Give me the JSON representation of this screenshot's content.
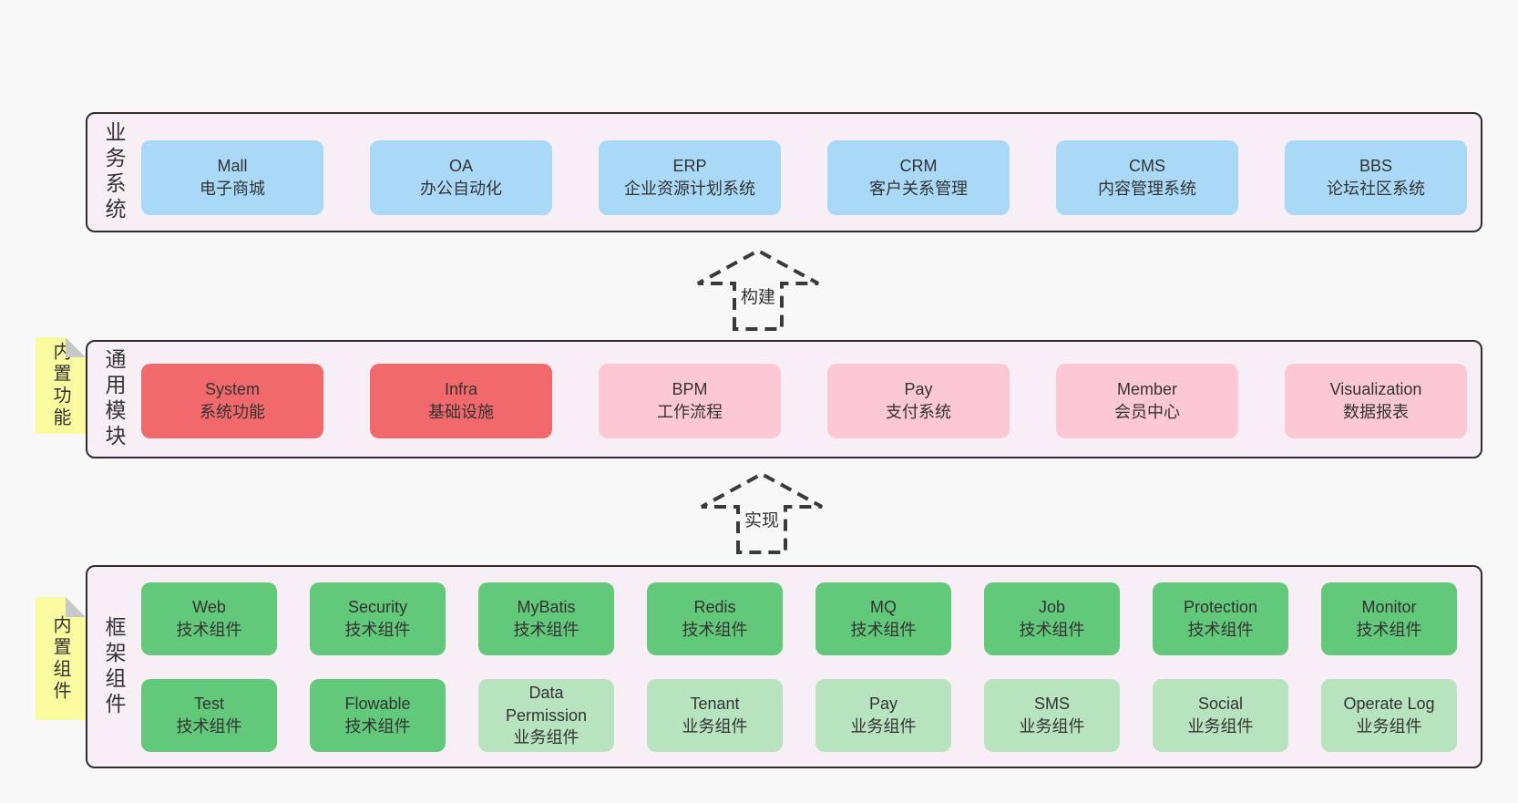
{
  "colors": {
    "page_bg": "#f8f8f8",
    "panel_bg": "#f8eef6",
    "panel_border": "#2e2e2e",
    "blue": "#a9d9f7",
    "red": "#f2696c",
    "pink": "#fbc8d3",
    "green": "#62c87a",
    "light_green": "#b7e4bf",
    "sticky_yellow": "#fafa9e",
    "sticky_fold": "#c8c8c8",
    "text": "#333333",
    "arrow_stroke": "#3a3a3a"
  },
  "arrows": [
    {
      "label": "构建"
    },
    {
      "label": "实现"
    }
  ],
  "sections": [
    {
      "side_label": "业务系统",
      "sticky": null,
      "rows": [
        [
          {
            "en": "Mall",
            "zh": "电子商城",
            "variant": "blue"
          },
          {
            "en": "OA",
            "zh": "办公自动化",
            "variant": "blue"
          },
          {
            "en": "ERP",
            "zh": "企业资源计划系统",
            "variant": "blue"
          },
          {
            "en": "CRM",
            "zh": "客户关系管理",
            "variant": "blue"
          },
          {
            "en": "CMS",
            "zh": "内容管理系统",
            "variant": "blue"
          },
          {
            "en": "BBS",
            "zh": "论坛社区系统",
            "variant": "blue"
          }
        ]
      ]
    },
    {
      "side_label": "通用模块",
      "sticky": "内置功能",
      "rows": [
        [
          {
            "en": "System",
            "zh": "系统功能",
            "variant": "red"
          },
          {
            "en": "Infra",
            "zh": "基础设施",
            "variant": "red"
          },
          {
            "en": "BPM",
            "zh": "工作流程",
            "variant": "pink"
          },
          {
            "en": "Pay",
            "zh": "支付系统",
            "variant": "pink"
          },
          {
            "en": "Member",
            "zh": "会员中心",
            "variant": "pink"
          },
          {
            "en": "Visualization",
            "zh": "数据报表",
            "variant": "pink"
          }
        ]
      ]
    },
    {
      "side_label": "框架组件",
      "sticky": "内置组件",
      "rows": [
        [
          {
            "en": "Web",
            "zh": "技术组件",
            "variant": "green"
          },
          {
            "en": "Security",
            "zh": "技术组件",
            "variant": "green"
          },
          {
            "en": "MyBatis",
            "zh": "技术组件",
            "variant": "green"
          },
          {
            "en": "Redis",
            "zh": "技术组件",
            "variant": "green"
          },
          {
            "en": "MQ",
            "zh": "技术组件",
            "variant": "green"
          },
          {
            "en": "Job",
            "zh": "技术组件",
            "variant": "green"
          },
          {
            "en": "Protection",
            "zh": "技术组件",
            "variant": "green"
          },
          {
            "en": "Monitor",
            "zh": "技术组件",
            "variant": "green"
          }
        ],
        [
          {
            "en": "Test",
            "zh": "技术组件",
            "variant": "green"
          },
          {
            "en": "Flowable",
            "zh": "技术组件",
            "variant": "green"
          },
          {
            "en": "Data Permission",
            "zh": "业务组件",
            "variant": "lightgreen"
          },
          {
            "en": "Tenant",
            "zh": "业务组件",
            "variant": "lightgreen"
          },
          {
            "en": "Pay",
            "zh": "业务组件",
            "variant": "lightgreen"
          },
          {
            "en": "SMS",
            "zh": "业务组件",
            "variant": "lightgreen"
          },
          {
            "en": "Social",
            "zh": "业务组件",
            "variant": "lightgreen"
          },
          {
            "en": "Operate Log",
            "zh": "业务组件",
            "variant": "lightgreen"
          }
        ]
      ]
    }
  ]
}
